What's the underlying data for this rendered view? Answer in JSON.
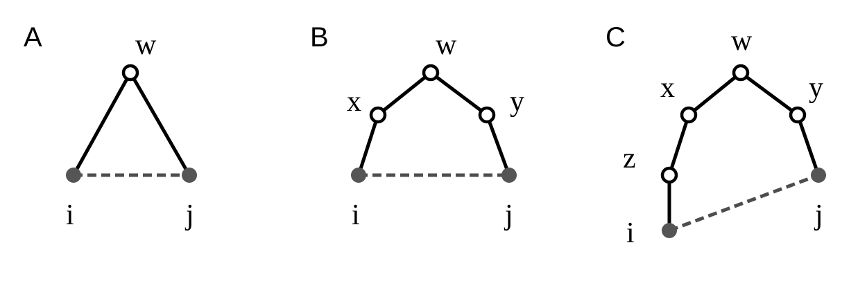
{
  "panels": [
    {
      "letter": "A",
      "nodes": {
        "w": "w",
        "i": "i",
        "j": "j"
      }
    },
    {
      "letter": "B",
      "nodes": {
        "w": "w",
        "x": "x",
        "y": "y",
        "i": "i",
        "j": "j"
      }
    },
    {
      "letter": "C",
      "nodes": {
        "w": "w",
        "x": "x",
        "y": "y",
        "z": "z",
        "i": "i",
        "j": "j"
      }
    }
  ],
  "colors": {
    "edge": "#000000",
    "dashed_edge": "#4d4d4d",
    "filled_node": "#555555",
    "open_node_fill": "#ffffff"
  }
}
